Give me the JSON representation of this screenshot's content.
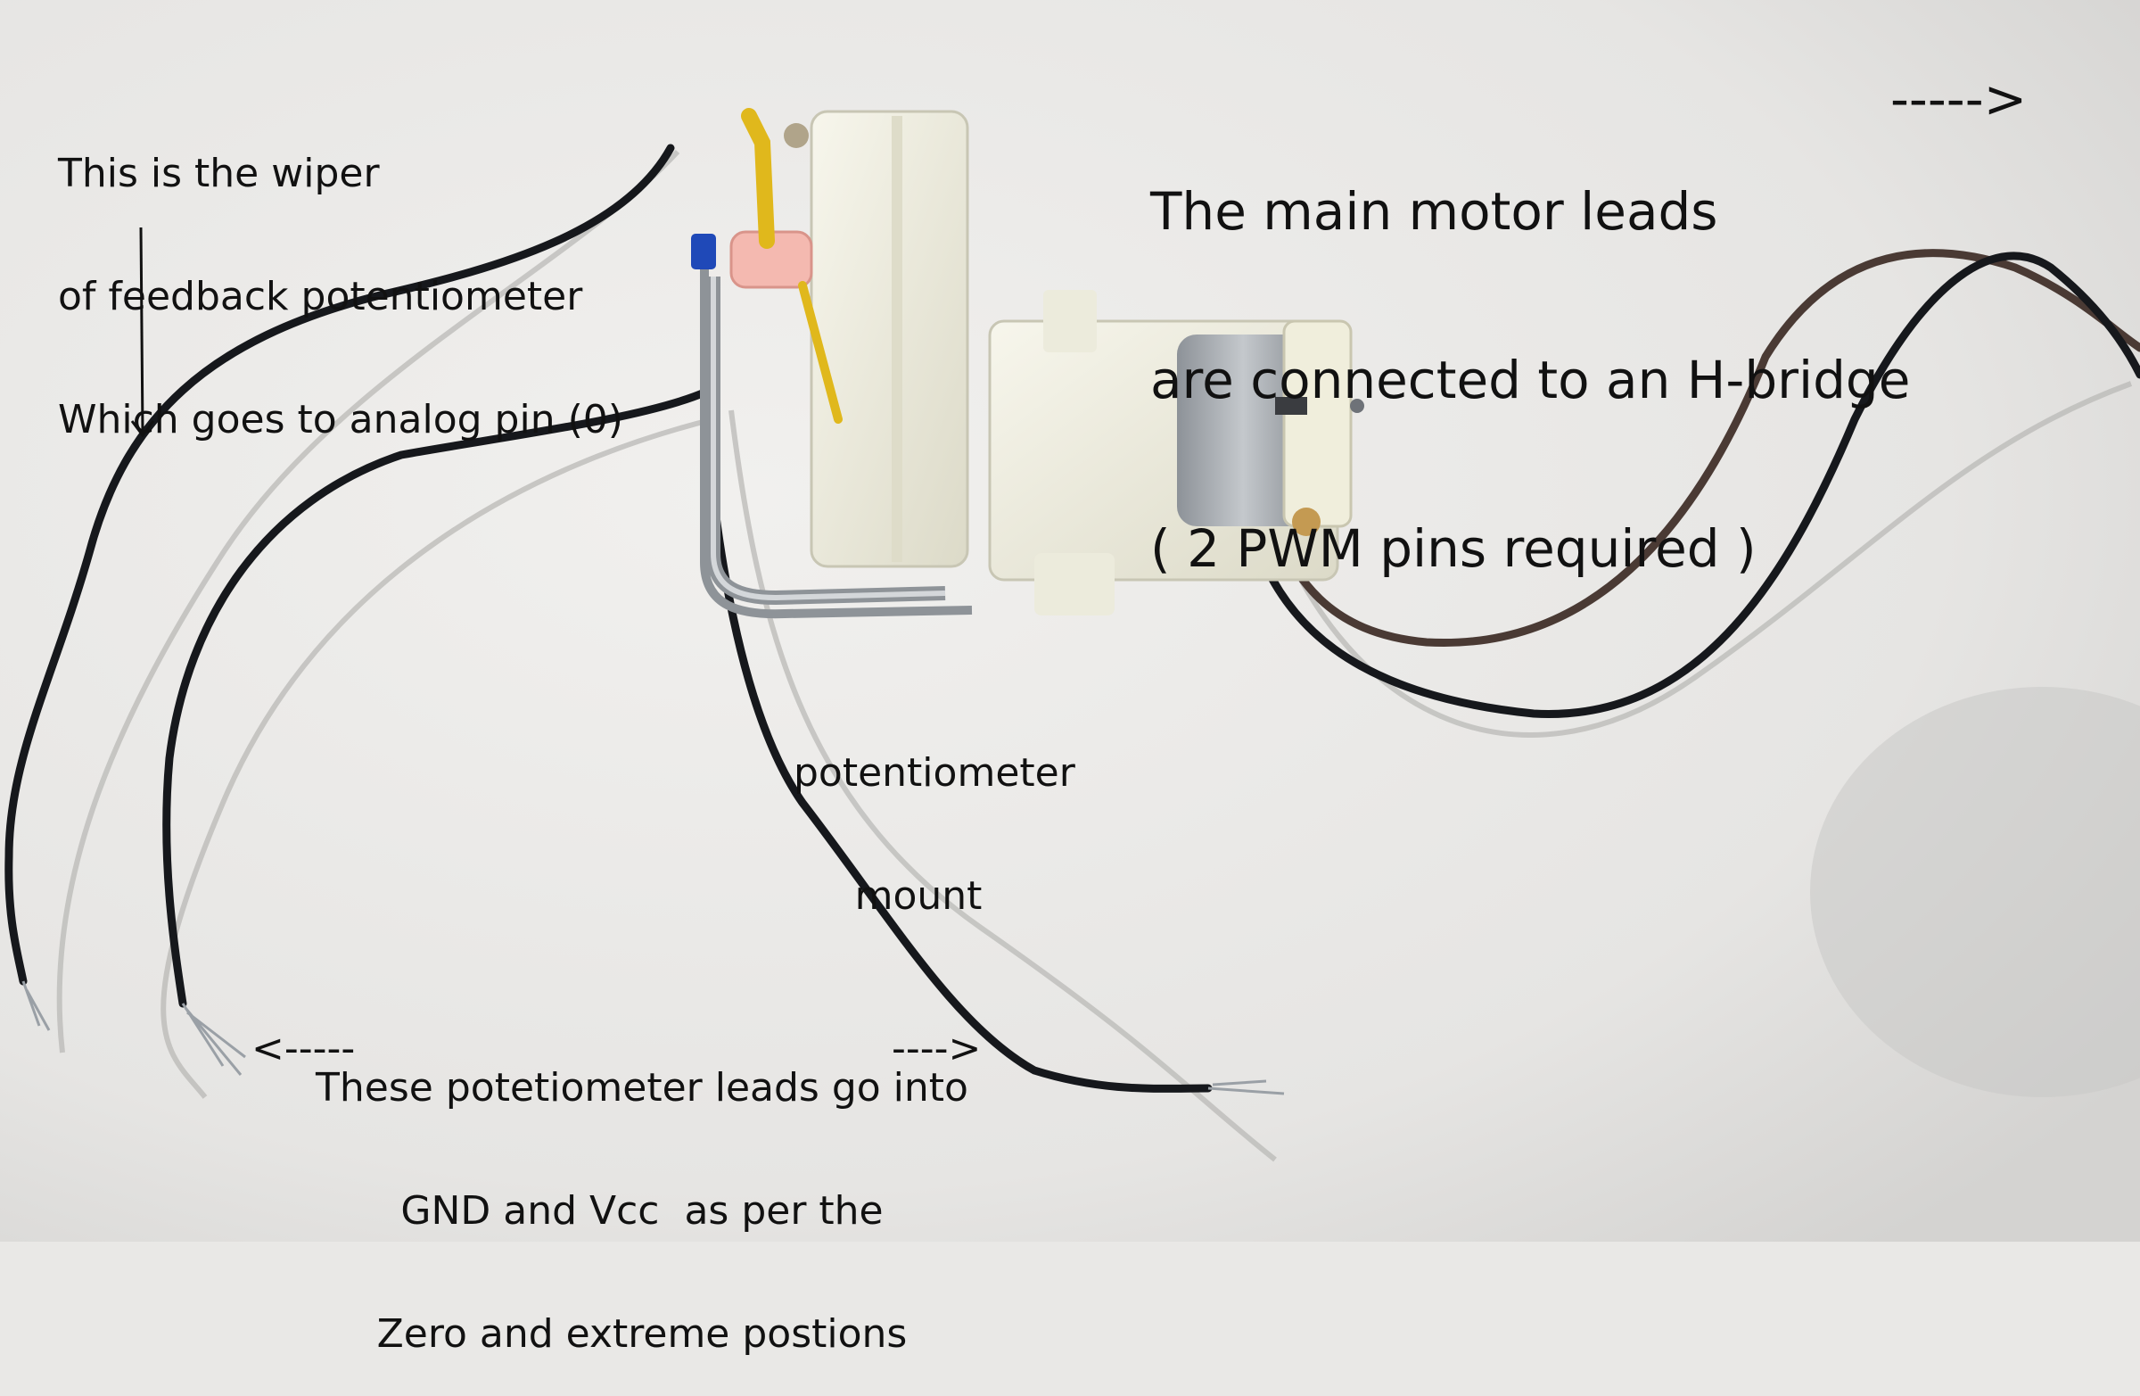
{
  "annotations": {
    "wiper_note": [
      "This is the wiper",
      "of feedback potentiometer",
      "Which goes to analog pin (0)"
    ],
    "motor_note": [
      "The main motor leads",
      "are connected to an H-bridge",
      "( 2 PWM pins required )"
    ],
    "motor_arrow": "----->",
    "mount_note": [
      "potentiometer",
      "mount"
    ],
    "leads_note": [
      "These potetiometer leads go into",
      "GND and Vcc  as per the",
      "Zero and extreme postions"
    ],
    "left_arrow": "<-----",
    "right_arrow": "---->"
  },
  "colors": {
    "background": "#e9e8e6",
    "wire_black": "#16181c",
    "wire_brown": "#4a3a34",
    "plastic_housing": "#efeede",
    "motor_can": "#a5aab0",
    "shaft_pink": "#f4b9b0",
    "lever_yellow": "#e0b81c",
    "trimmer_blue": "#1f49b8"
  }
}
